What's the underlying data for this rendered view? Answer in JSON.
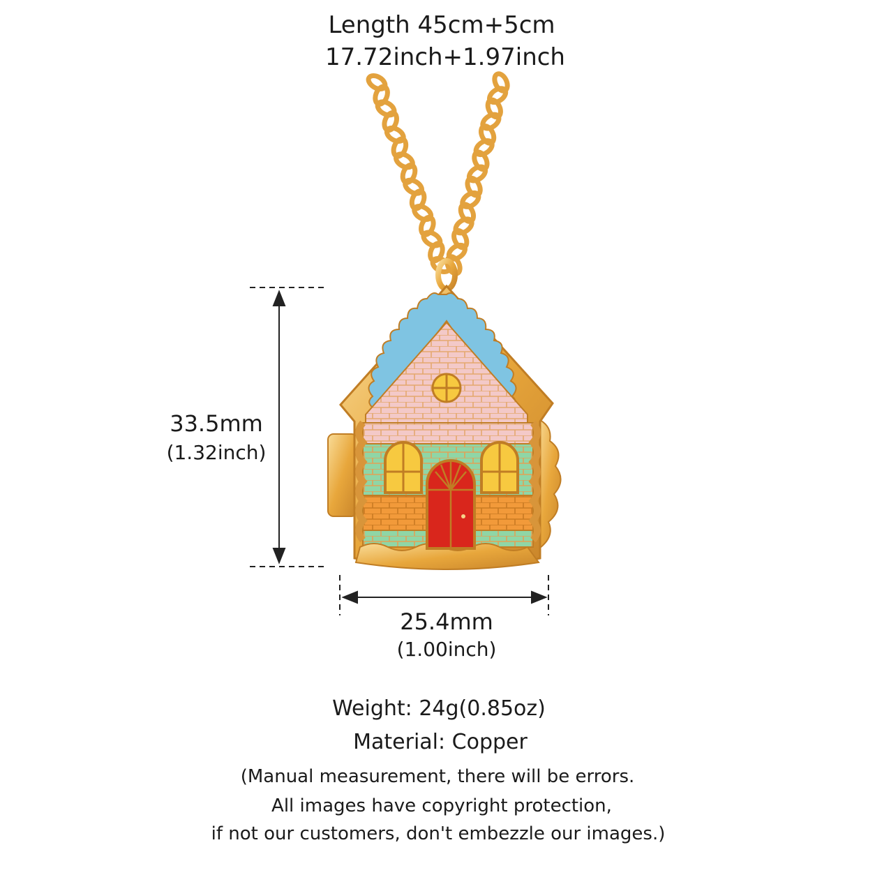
{
  "length": {
    "cm": "Length 45cm+5cm",
    "inch": "17.72inch+1.97inch"
  },
  "height": {
    "mm": "33.5mm",
    "inch": "(1.32inch)"
  },
  "width": {
    "mm": "25.4mm",
    "inch": "(1.00inch)"
  },
  "specs": {
    "weight": "Weight: 24g(0.85oz)",
    "material": "Material: Copper"
  },
  "notes": [
    "(Manual measurement, there will be errors.",
    "All images have copyright protection,",
    "if not our customers, don't embezzle our images.)"
  ],
  "colors": {
    "gold": "#e8a73c",
    "gold_light": "#f6d48a",
    "roof_blue": "#7fc4e2",
    "roof_pink": "#f3c9c8",
    "wall_green": "#8fd6a6",
    "brick_orange": "#f29a3a",
    "window_yellow": "#f7c940",
    "door_red": "#d9261c"
  }
}
